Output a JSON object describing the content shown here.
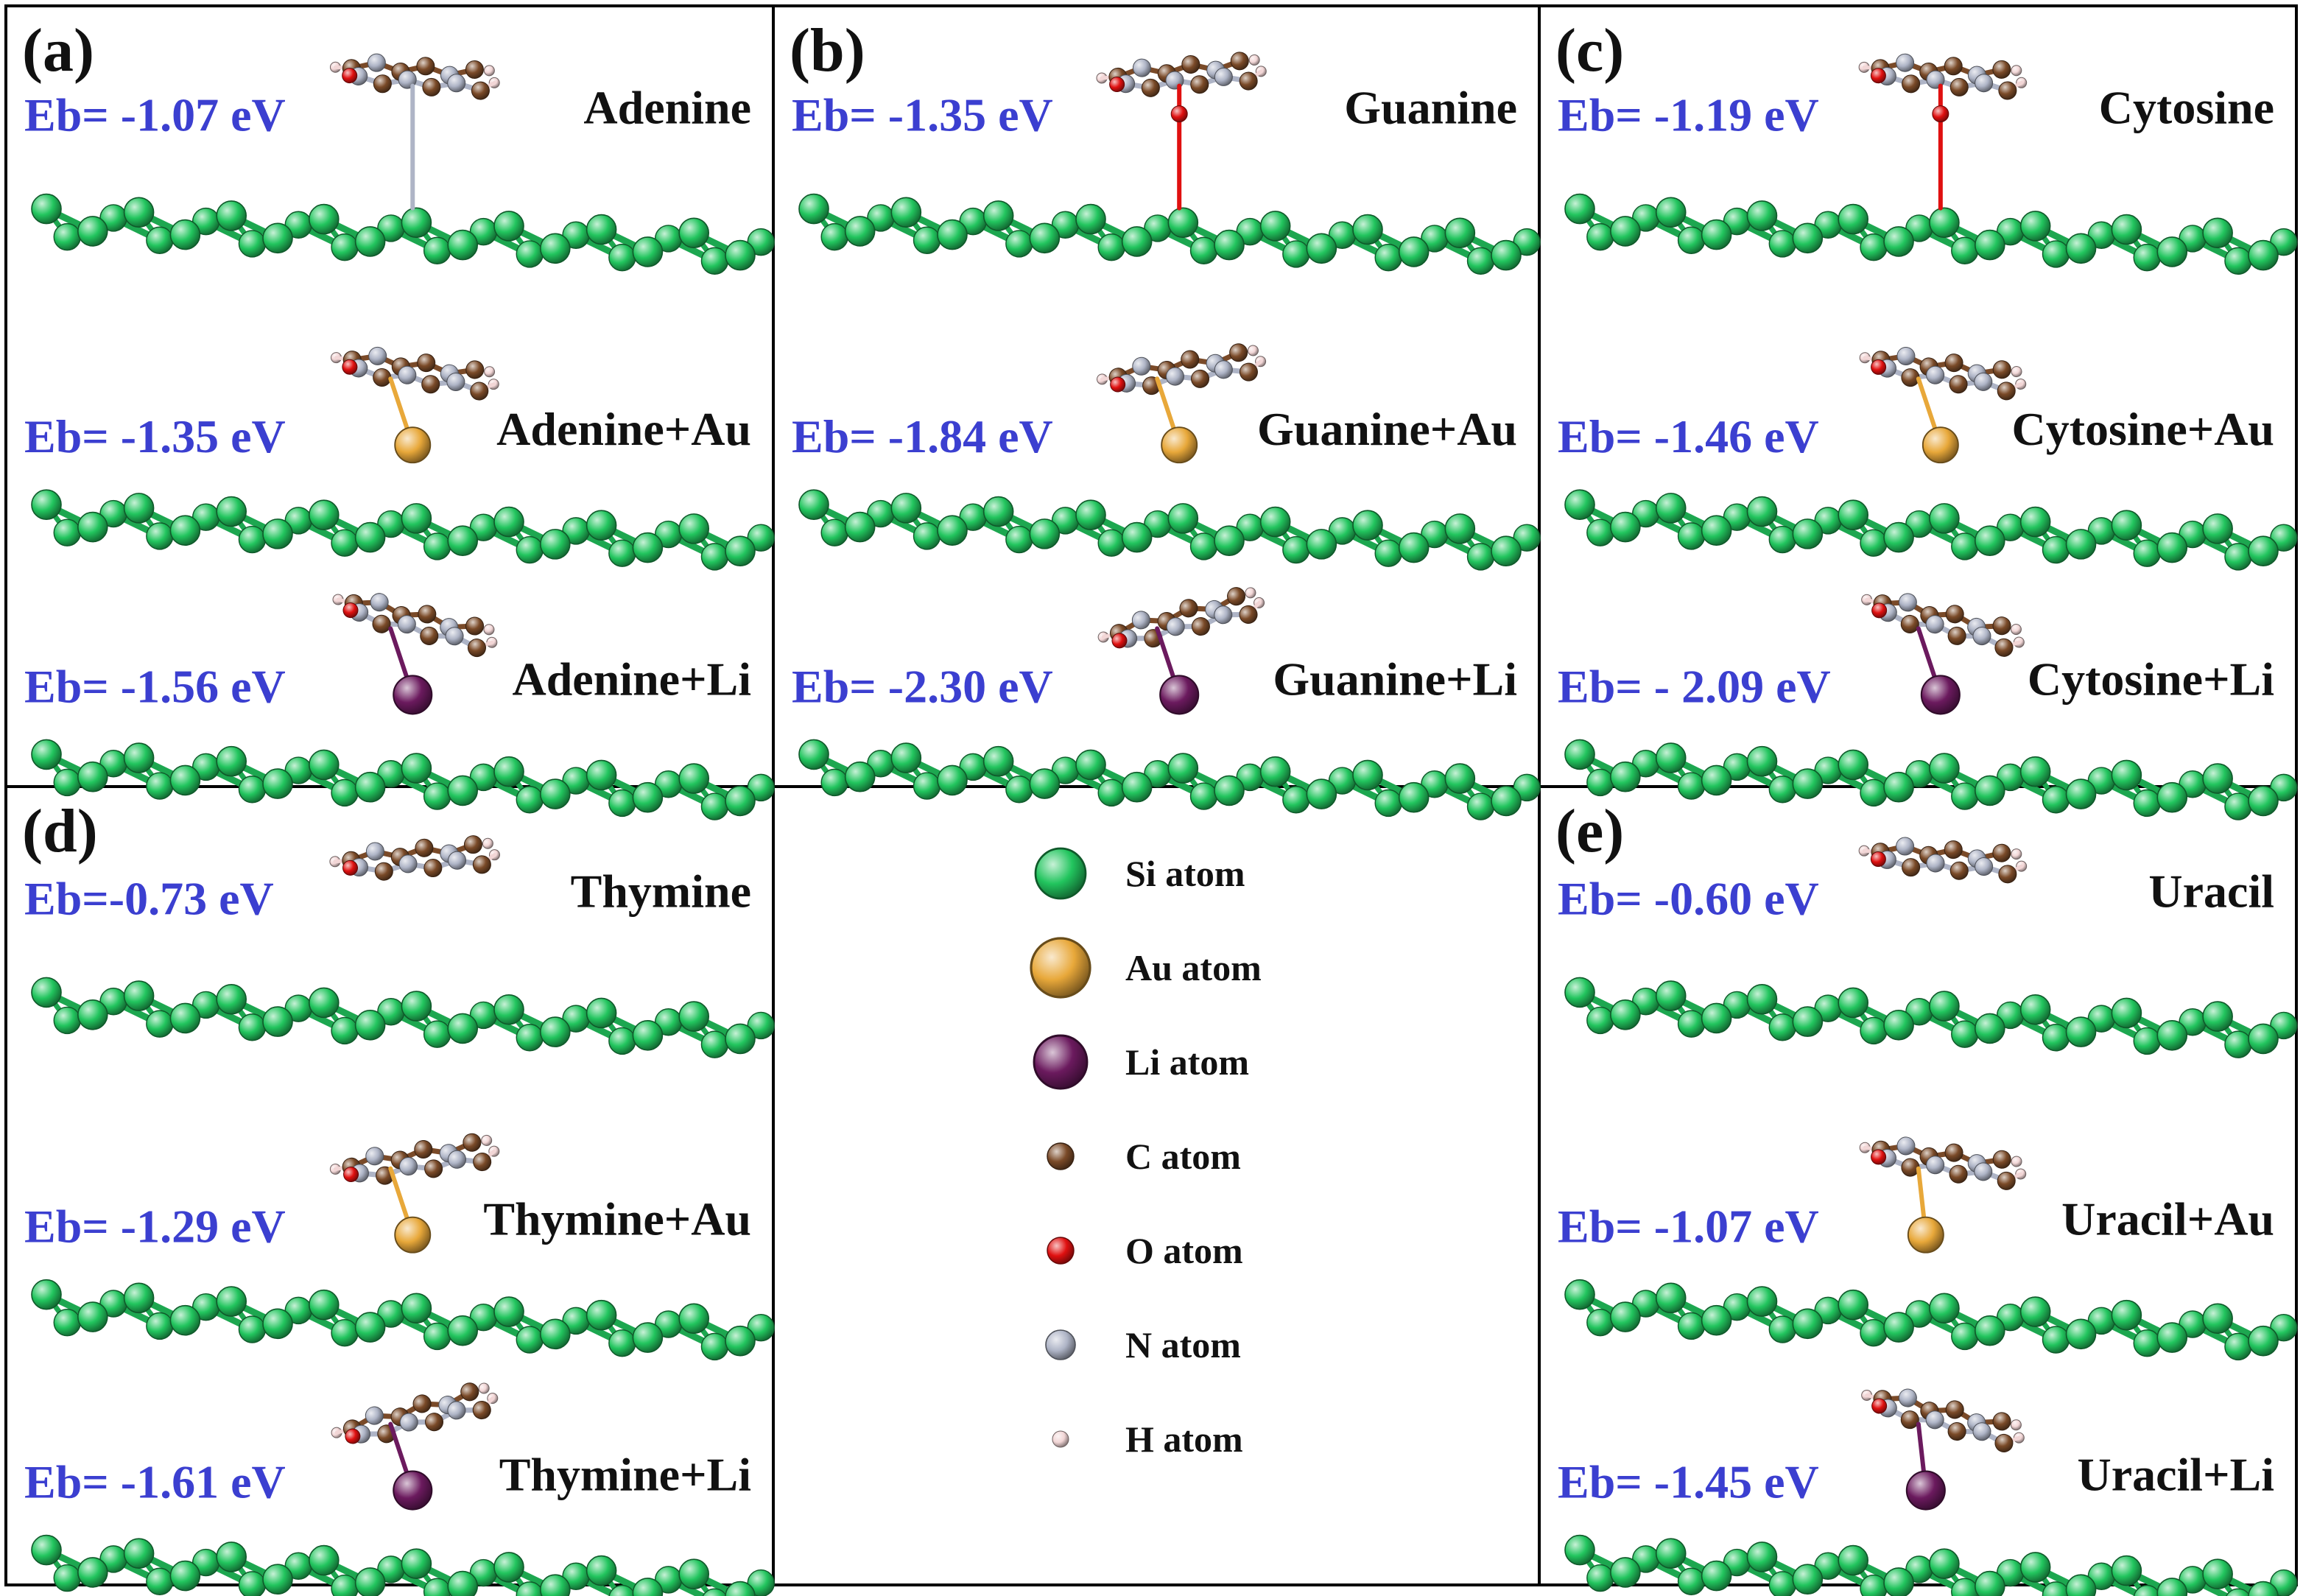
{
  "colors": {
    "si": "#22c55e",
    "au": "#e8a83a",
    "li": "#6b1a5e",
    "c": "#7a4a28",
    "o": "#e01010",
    "n": "#aeb4c6",
    "h": "#f2d6d6",
    "energy_text": "#3b3fd0",
    "label_text": "#111111",
    "border": "#000000"
  },
  "panels": [
    {
      "id": "a",
      "letter": "(a)",
      "systems": [
        {
          "label": "Adenine",
          "eb": "Eb= -1.07 eV",
          "metal": null,
          "bond": "N"
        },
        {
          "label": "Adenine+Au",
          "eb": "Eb= -1.35 eV",
          "metal": "au"
        },
        {
          "label": "Adenine+Li",
          "eb": "Eb= -1.56 eV",
          "metal": "li"
        }
      ]
    },
    {
      "id": "b",
      "letter": "(b)",
      "systems": [
        {
          "label": "Guanine",
          "eb": "Eb= -1.35 eV",
          "metal": null,
          "bond": "O"
        },
        {
          "label": "Guanine+Au",
          "eb": "Eb= -1.84 eV",
          "metal": "au"
        },
        {
          "label": "Guanine+Li",
          "eb": "Eb= -2.30 eV",
          "metal": "li"
        }
      ]
    },
    {
      "id": "c",
      "letter": "(c)",
      "systems": [
        {
          "label": "Cytosine",
          "eb": "Eb= -1.19 eV",
          "metal": null,
          "bond": "O"
        },
        {
          "label": "Cytosine+Au",
          "eb": "Eb= -1.46 eV",
          "metal": "au"
        },
        {
          "label": "Cytosine+Li",
          "eb": "Eb= - 2.09 eV",
          "metal": "li"
        }
      ]
    },
    {
      "id": "d",
      "letter": "(d)",
      "systems": [
        {
          "label": "Thymine",
          "eb": "Eb=-0.73 eV",
          "metal": null,
          "bond": "none"
        },
        {
          "label": "Thymine+Au",
          "eb": "Eb= -1.29 eV",
          "metal": "au"
        },
        {
          "label": "Thymine+Li",
          "eb": "Eb= -1.61 eV",
          "metal": "li"
        }
      ]
    },
    {
      "id": "e",
      "letter": "(e)",
      "systems": [
        {
          "label": "Uracil",
          "eb": "Eb= -0.60 eV",
          "metal": null,
          "bond": "none"
        },
        {
          "label": "Uracil+Au",
          "eb": "Eb= -1.07 eV",
          "metal": "au"
        },
        {
          "label": "Uracil+Li",
          "eb": "Eb= -1.45 eV",
          "metal": "li"
        }
      ]
    }
  ],
  "legend": [
    {
      "key": "si",
      "label": "Si atom"
    },
    {
      "key": "au",
      "label": "Au atom"
    },
    {
      "key": "li",
      "label": "Li atom"
    },
    {
      "key": "c",
      "label": "C atom"
    },
    {
      "key": "o",
      "label": "O atom"
    },
    {
      "key": "n",
      "label": "N atom"
    },
    {
      "key": "h",
      "label": "H atom"
    }
  ]
}
